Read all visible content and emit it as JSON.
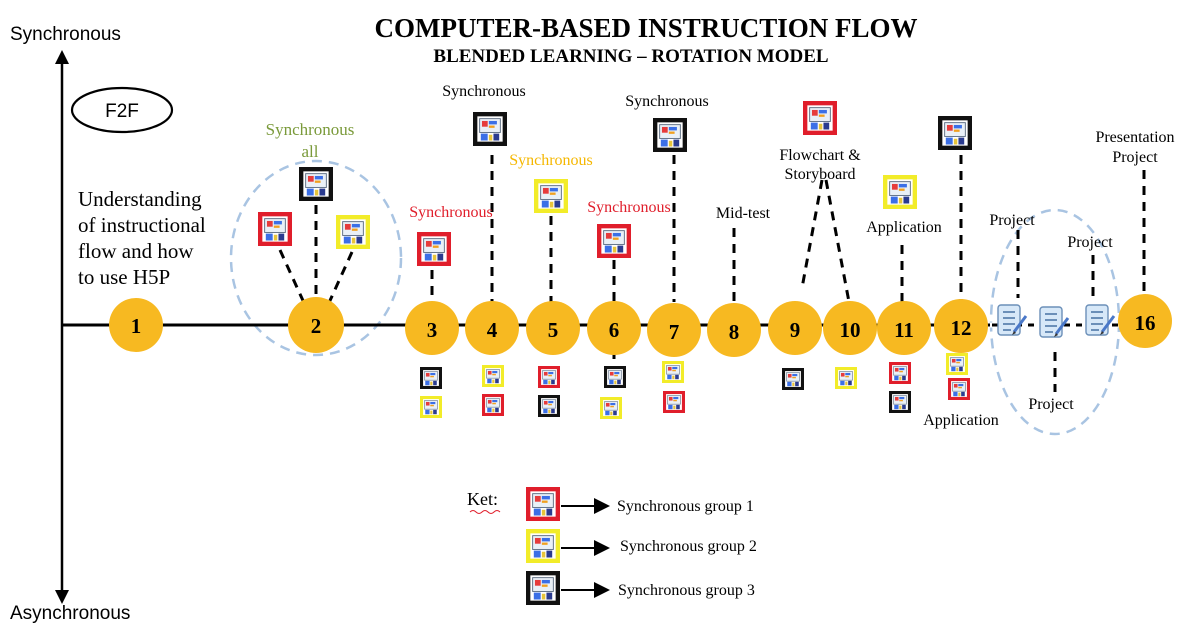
{
  "title": "COMPUTER-BASED INSTRUCTION FLOW",
  "subtitle": "BLENDED LEARNING – ROTATION MODEL",
  "axis": {
    "top_label": "Synchronous",
    "bottom_label": "Asynchronous"
  },
  "f2f_label": "F2F",
  "intro_text": [
    "Understanding",
    "of instructional",
    "flow and how",
    "to use H5P"
  ],
  "colors": {
    "node_fill": "#F7B921",
    "group1": "#E01E2B",
    "group2": "#F2EC29",
    "group3": "#111111",
    "sync_all": "#7A9A3A",
    "sync_red": "#E01E2B",
    "sync_yellow": "#F5B700",
    "dashed_ellipse": "#A9C4E2"
  },
  "nodes": [
    "1",
    "2",
    "3",
    "4",
    "5",
    "6",
    "7",
    "8",
    "9",
    "10",
    "11",
    "12",
    "16"
  ],
  "labels": {
    "sync_all_line1": "Synchronous",
    "sync_all_line2": "all",
    "sync_3": "Synchronous",
    "sync_4": "Synchronous",
    "sync_5": "Synchronous",
    "sync_6": "Synchronous",
    "sync_7": "Synchronous",
    "midtest": "Mid-test",
    "flowchart_line1": "Flowchart &",
    "flowchart_line2": "Storyboard",
    "application_top": "Application",
    "application_bottom": "Application",
    "project_1": "Project",
    "project_2": "Project",
    "project_3": "Project",
    "presentation_line1": "Presentation",
    "presentation_line2": "Project"
  },
  "legend": {
    "ket_label": "Ket:",
    "items": [
      {
        "label": "Synchronous group 1",
        "group": "group1"
      },
      {
        "label": "Synchronous group 2",
        "group": "group2"
      },
      {
        "label": "Synchronous group 3",
        "group": "group3"
      }
    ]
  },
  "icons": {
    "session_icon": "presentation-board-icon",
    "project_icon": "checklist-pencil-icon"
  }
}
